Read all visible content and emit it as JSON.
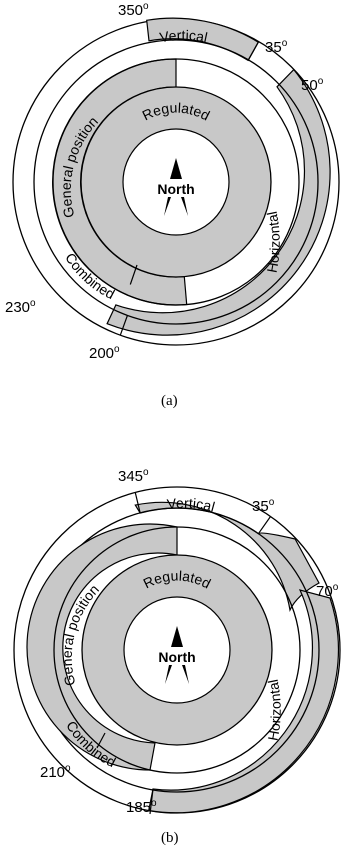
{
  "colors": {
    "fill": "#c8c8c8",
    "stroke": "#000000",
    "background": "#ffffff"
  },
  "icons": {
    "compass": "north-arrow-icon"
  },
  "diagram_a": {
    "caption": "(a)",
    "north_label": "North",
    "sector_labels": {
      "vertical": "Vertical",
      "horizontal": "Horizontal",
      "regulated": "Regulated",
      "general_position": "General position",
      "combined": "Combined"
    },
    "angle_labels": {
      "a350": "350",
      "a35": "35",
      "a50": "50",
      "a230": "230",
      "a200": "200"
    },
    "degree_symbol": "o"
  },
  "diagram_b": {
    "caption": "(b)",
    "north_label": "North",
    "sector_labels": {
      "vertical": "Vertical",
      "horizontal": "Horizontal",
      "regulated": "Regulated",
      "general_position": "General position",
      "combined": "Combined"
    },
    "angle_labels": {
      "a345": "345",
      "a35": "35",
      "a70": "70",
      "a210": "210",
      "a185": "185"
    },
    "degree_symbol": "o"
  }
}
